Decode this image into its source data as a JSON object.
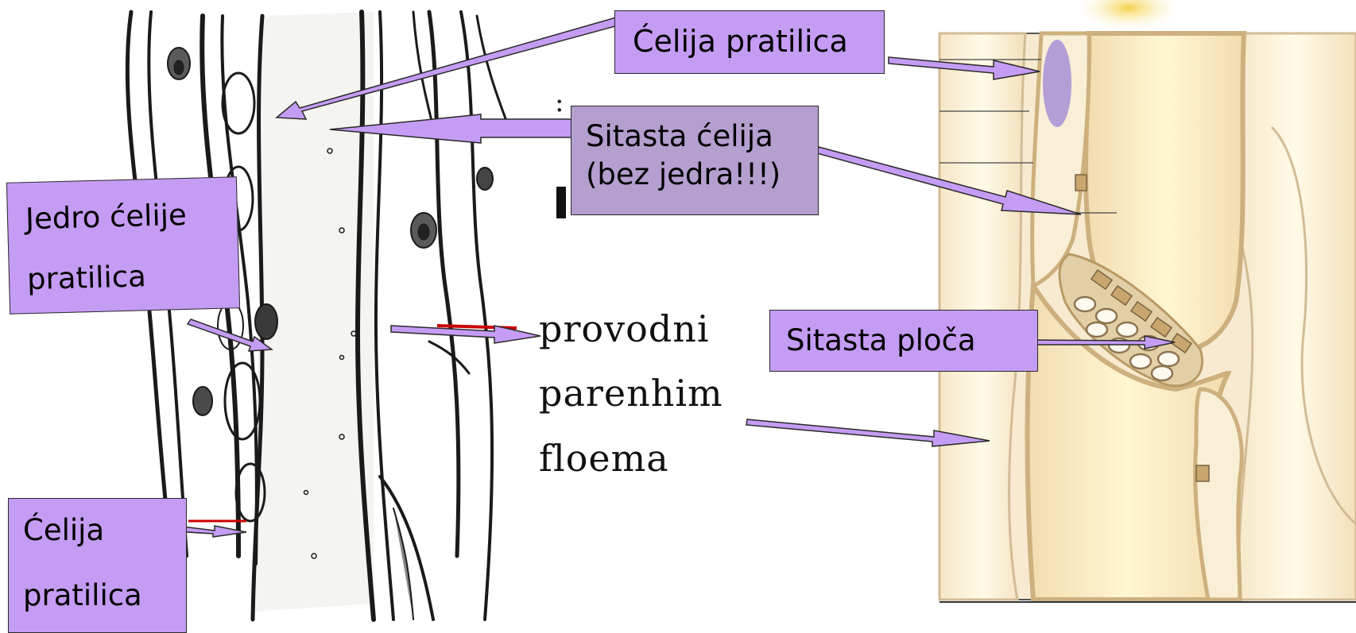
{
  "labels": {
    "companion_cell_top": "Ćelija pratilica",
    "sieve_cell_line1": "Sitasta ćelija",
    "sieve_cell_line2": "(bez jedra!!!)",
    "nucleus_line1": "Jedro ćelije",
    "nucleus_line2": "pratilica",
    "companion_cell_bottom_line1": "Ćelija",
    "companion_cell_bottom_line2": "pratilica",
    "sieve_plate": "Sitasta ploča"
  },
  "parenchyma": {
    "line1": "provodni",
    "line2": "parenhim",
    "line3": "floema"
  },
  "colors": {
    "label_fill": "#c59cf3",
    "label_grey_fill": "#b49fcf",
    "arrow_fill": "#c59cf3",
    "cell_fill": "#fdf5dc",
    "cell_wall": "#d8c4a0",
    "companion_nucleus": "#a78fd6",
    "red_mark": "#cc0000"
  }
}
